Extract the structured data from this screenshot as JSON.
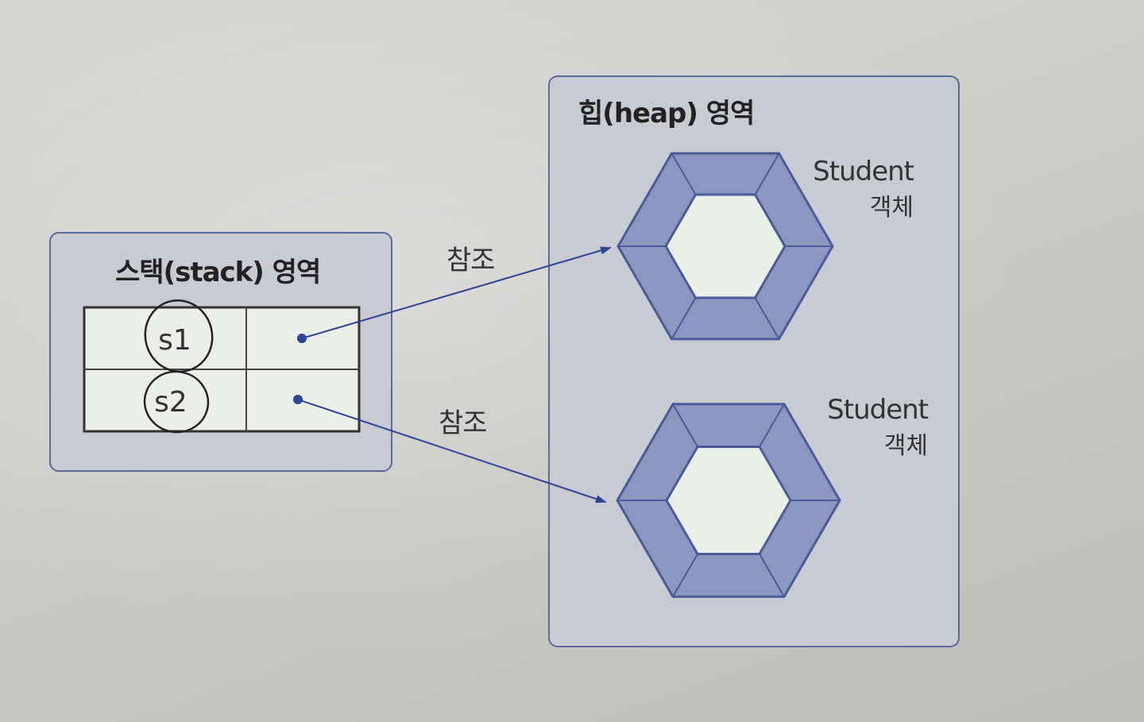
{
  "stack_area": {
    "title": "스택(stack) 영역",
    "variables": [
      {
        "name": "s1"
      },
      {
        "name": "s2"
      }
    ]
  },
  "heap_area": {
    "title": "힙(heap) 영역",
    "objects": [
      {
        "label_line1": "Student",
        "label_line2": "객체"
      },
      {
        "label_line1": "Student",
        "label_line2": "객체"
      }
    ]
  },
  "references": [
    {
      "label": "참조"
    },
    {
      "label": "참조"
    }
  ],
  "colors": {
    "accent": "#4a5a9a",
    "hexagon_fill": "#8a97bf",
    "box_fill": "#c9cbd2"
  }
}
